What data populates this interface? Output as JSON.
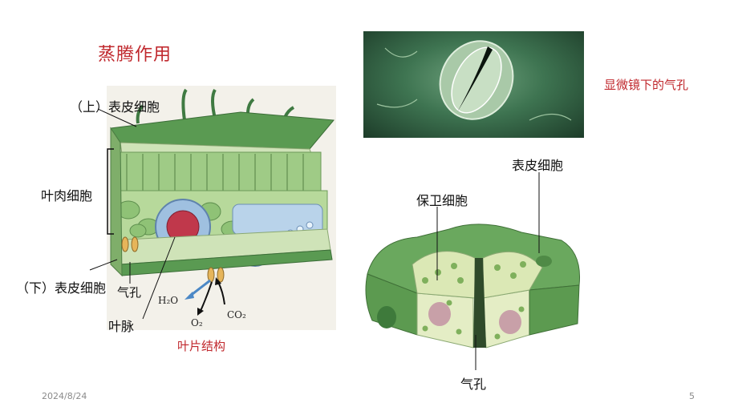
{
  "slide": {
    "title": "蒸腾作用",
    "date": "2024/8/24",
    "page_number": "5"
  },
  "leaf_diagram": {
    "caption": "叶片结构",
    "labels": {
      "upper_epidermis": "（上）表皮细胞",
      "mesophyll": "叶肉细胞",
      "lower_epidermis": "（下）表皮细胞",
      "stoma": "气孔",
      "vein": "叶脉",
      "h2o": "H₂O",
      "o2": "O₂",
      "co2": "CO₂"
    }
  },
  "micrograph": {
    "caption": "显微镜下的气孔"
  },
  "stoma_diagram": {
    "labels": {
      "epidermal_cell": "表皮细胞",
      "guard_cell": "保卫细胞",
      "stoma": "气孔"
    }
  }
}
